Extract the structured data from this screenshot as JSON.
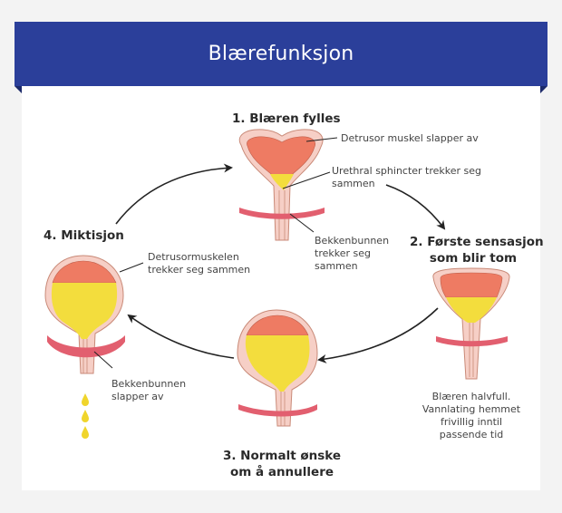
{
  "title": "Blærefunksjon",
  "colors": {
    "banner": "#2b3f9a",
    "banner_fold": "#1c2a6a",
    "background": "#f3f3f3",
    "card": "#ffffff",
    "bladder_wall": "#f6cfc6",
    "bladder_outline": "#c98a78",
    "detrusor": "#ee7b63",
    "urine": "#f3dd3d",
    "pelvic_floor": "#e25f6f",
    "arrow": "#222222"
  },
  "steps": [
    {
      "number": "1.",
      "title": "1. Blæren fylles",
      "annotations": [
        "Detrusor muskel slapper av",
        "Urethral sphincter trekker seg",
        "sammen",
        "Bekkenbunnen",
        "trekker seg",
        "sammen"
      ]
    },
    {
      "number": "2.",
      "title_lines": [
        "2. Første sensasjon",
        "som blir tom"
      ],
      "description_lines": [
        "Blæren halvfull.",
        "Vannlating hemmet",
        "frivillig inntil",
        "passende tid"
      ]
    },
    {
      "number": "3.",
      "title_lines": [
        "3. Normalt ønske",
        "om å annullere"
      ]
    },
    {
      "number": "4.",
      "title": "4. Miktisjon",
      "annotations": [
        "Detrusormuskelen",
        "trekker seg sammen",
        "Bekkenbunnen",
        "slapper av"
      ]
    }
  ]
}
